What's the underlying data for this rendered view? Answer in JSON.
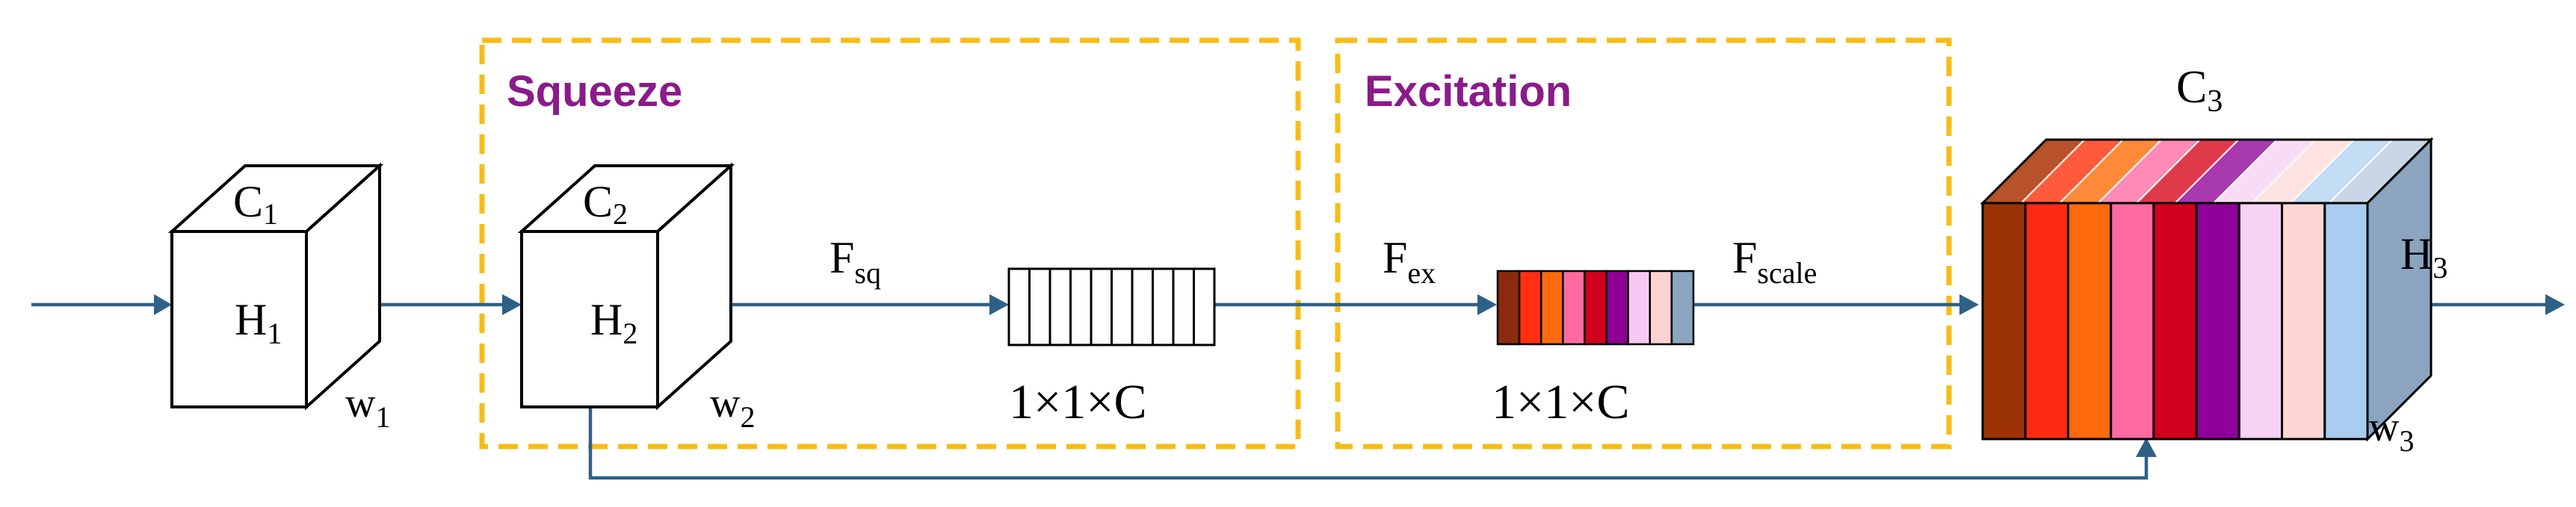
{
  "stages": {
    "squeeze": {
      "title": "Squeeze",
      "color": "#8b1a8b"
    },
    "excitation": {
      "title": "Excitation",
      "color": "#8b1a8b"
    }
  },
  "cube1": {
    "c": "C",
    "c_sub": "1",
    "h": "H",
    "h_sub": "1",
    "w": "w",
    "w_sub": "1"
  },
  "cube2": {
    "c": "C",
    "c_sub": "2",
    "h": "H",
    "h_sub": "2",
    "w": "w",
    "w_sub": "2"
  },
  "cube3": {
    "c": "C",
    "c_sub": "3",
    "h": "H",
    "h_sub": "3",
    "w": "w",
    "w_sub": "3"
  },
  "operations": {
    "f_sq": {
      "base": "F",
      "sub": "sq"
    },
    "f_ex": {
      "base": "F",
      "sub": "ex"
    },
    "f_scale": {
      "base": "F",
      "sub": "scale"
    }
  },
  "vectors": {
    "squeezed": {
      "label": "1×1×C",
      "cells": 10
    },
    "excited": {
      "label": "1×1×C",
      "colors": [
        "#8b2a0c",
        "#ff3010",
        "#ff6a10",
        "#ff6b9e",
        "#d2001c",
        "#8e0094",
        "#f9c8f2",
        "#ffd2d2",
        "#8ba5c0"
      ]
    }
  },
  "scaled_channels": [
    "#9b3206",
    "#ff2a14",
    "#ff6a0c",
    "#ff6aa0",
    "#d2001c",
    "#8f009a",
    "#f6d2f3",
    "#ffd6d6",
    "#a9cdf0"
  ],
  "scaled_top_colors": [
    "#b8522a",
    "#ff5a3c",
    "#ff8a3a",
    "#ff8ab5",
    "#df3a4a",
    "#a83aad",
    "#f8dcf5",
    "#ffe2e2",
    "#c2dcf4",
    "#c8d6e8"
  ],
  "scaled_side_color": "#8ba5c0",
  "colors": {
    "flow": "#2e6187",
    "stage_border": "#f7bd16"
  }
}
